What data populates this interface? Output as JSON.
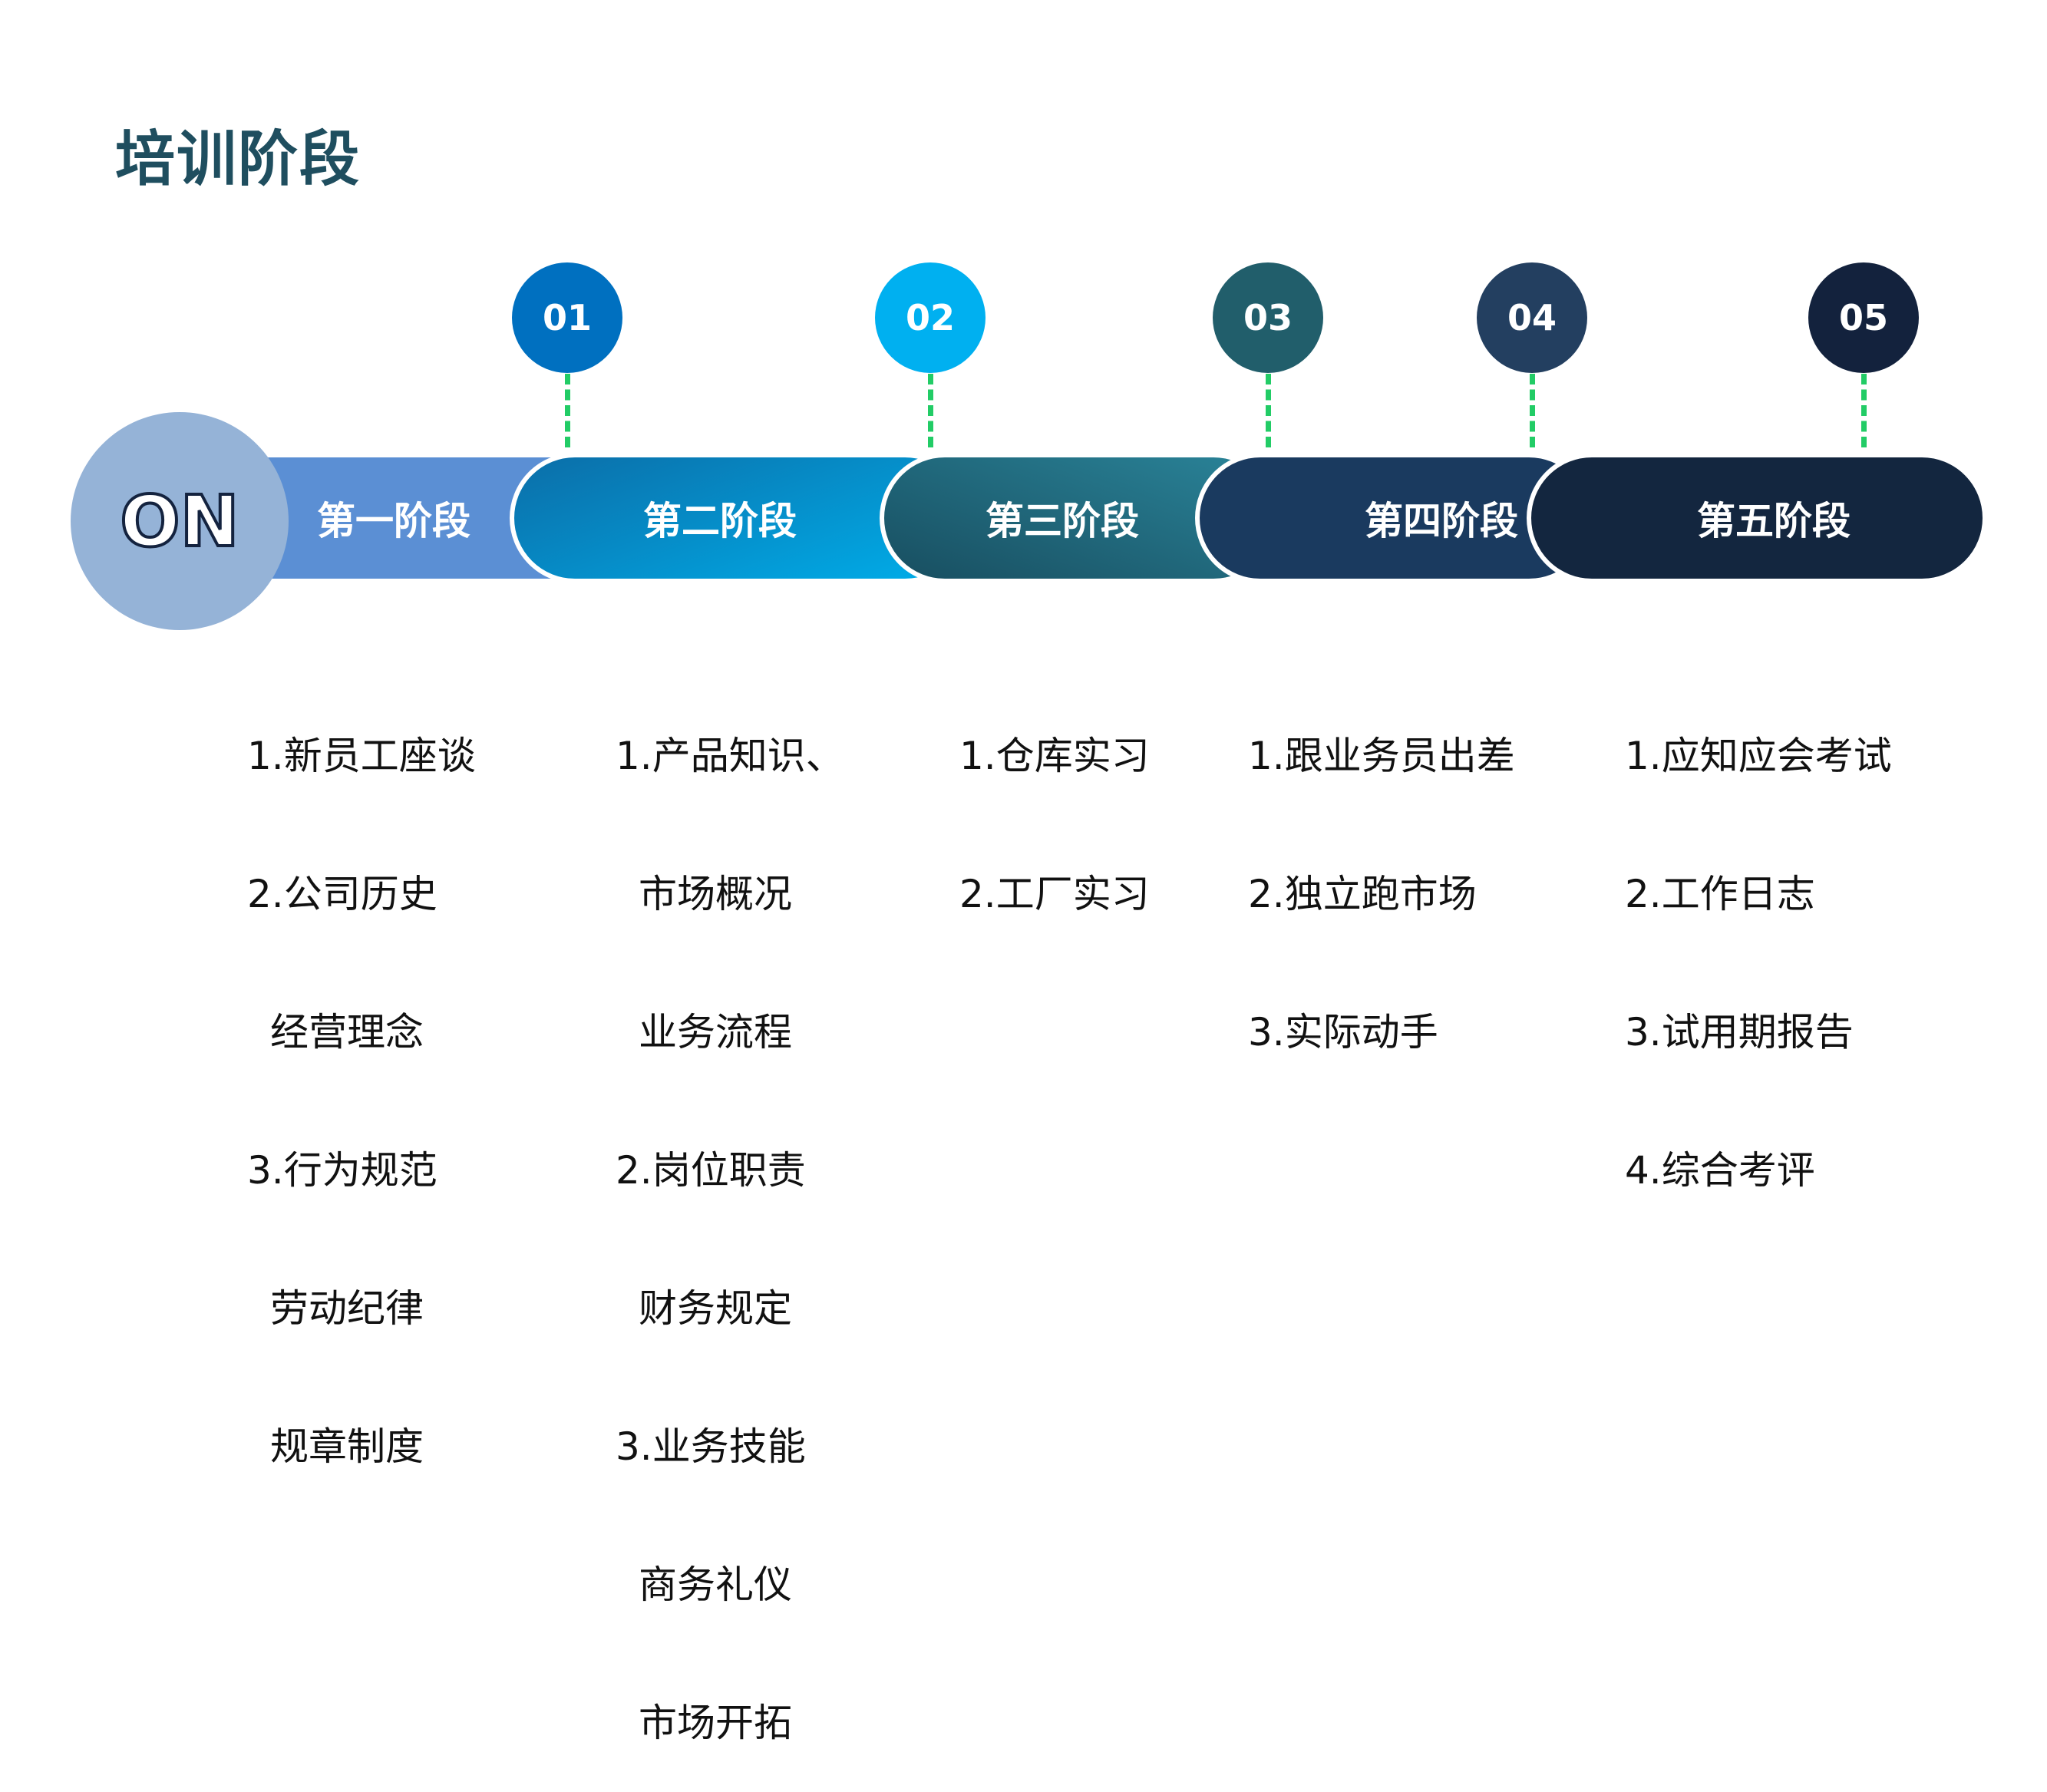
{
  "title": "培训阶段",
  "start_label": "ON",
  "stages": [
    {
      "num": "01",
      "label": "第一阶段",
      "color": "#5b8fd4",
      "items": [
        "1.新员工座谈",
        "2.公司历史",
        "经营理念",
        "3.行为规范",
        "劳动纪律",
        "规章制度"
      ]
    },
    {
      "num": "02",
      "label": "第二阶段",
      "color": "#0b78b8",
      "items": [
        "1.产品知识、",
        "市场概况",
        "业务流程",
        "2.岗位职责",
        "财务规定",
        "3.业务技能",
        "商务礼仪",
        "市场开拓"
      ]
    },
    {
      "num": "03",
      "label": "第三阶段",
      "color": "#1f6b7e",
      "items": [
        "1.仓库实习",
        "2.工厂实习"
      ]
    },
    {
      "num": "04",
      "label": "第四阶段",
      "color": "#1a3a5f",
      "items": [
        "1.跟业务员出差",
        "2.独立跑市场",
        "3.实际动手"
      ]
    },
    {
      "num": "05",
      "label": "第五阶段",
      "color": "#13263f",
      "items": [
        "1.应知应会考试",
        "2.工作日志",
        "3.试用期报告",
        "4.综合考评"
      ]
    }
  ],
  "circle_colors": [
    "#0070c0",
    "#00b0f0",
    "#215e6b",
    "#233f60",
    "#13223d"
  ]
}
